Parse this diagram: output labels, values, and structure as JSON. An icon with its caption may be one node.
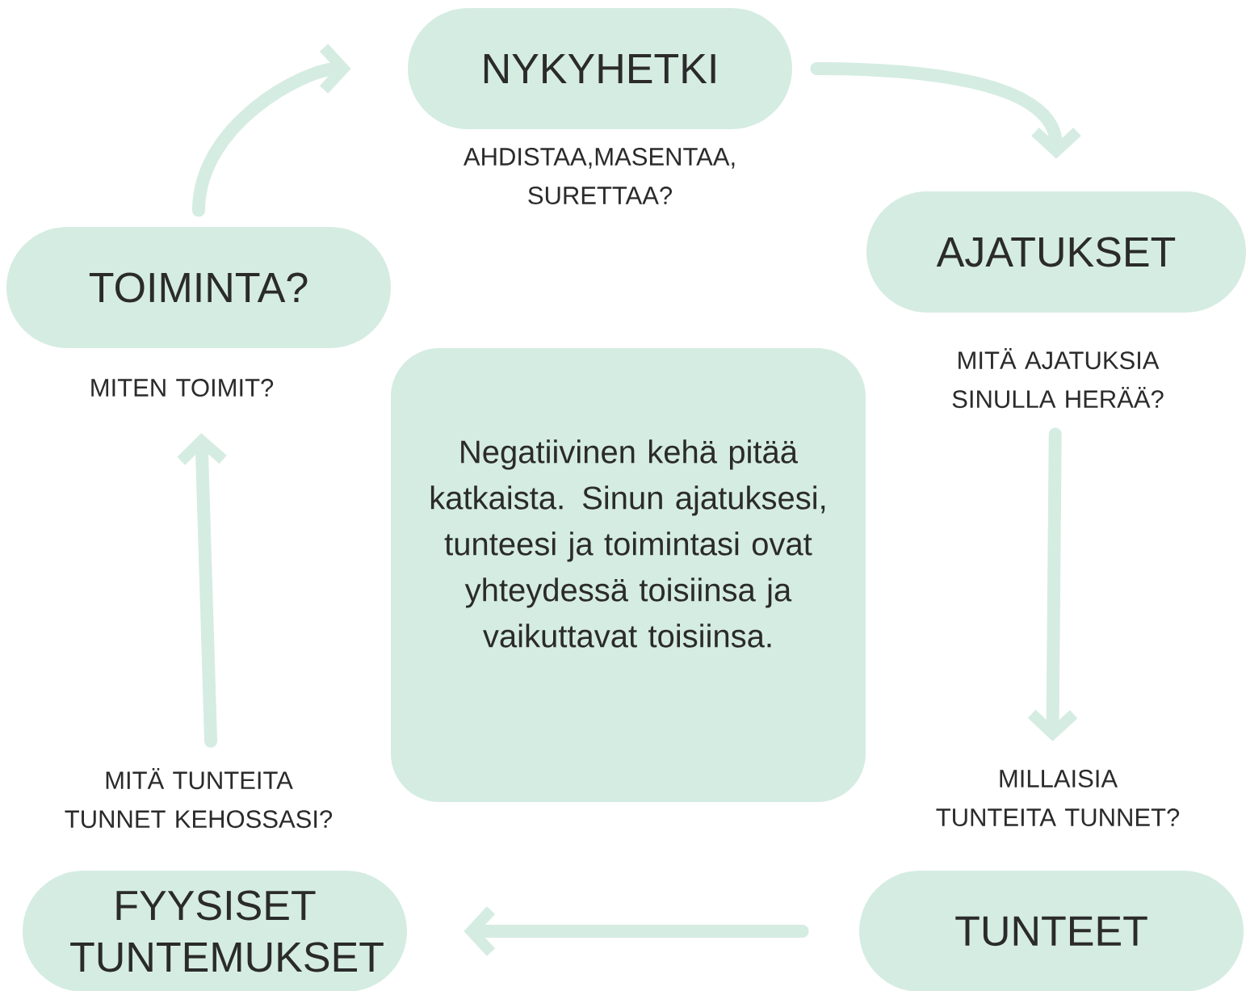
{
  "diagram": {
    "nodes": [
      {
        "text": [
          "NYKYHETKI"
        ],
        "beside": [
          "AHDISTAA,MASENTAA, SURETTAA?"
        ]
      },
      {
        "text": [
          "AJATUKSET"
        ],
        "beside": [
          "MITÄ AJATUKSIA SINULLA HERÄÄ?"
        ]
      },
      {
        "text": [
          "TUNTEET"
        ],
        "beside": [
          "MILLAISIA TUNTEITA TUNNET?"
        ]
      },
      {
        "text": [
          "FYYSISET TUNTEMUKSET"
        ],
        "beside": [
          "MITÄ TUNTEITA TUNNET KEHOSSASI?"
        ]
      },
      {
        "text": [
          "TOIMINTA?"
        ],
        "beside": [
          "MITEN TOIMIT?"
        ]
      },
      {
        "text": [
          "Negatiivinen kehä pitää katkaista. Sinun ajatuksesi, tunteesi ja toimintasi ovat yhteydessä toisiinsa ja vaikuttavat toisiinsa."
        ]
      }
    ],
    "edges": [
      {
        "from": 0,
        "to": 1,
        "arrow": "to"
      },
      {
        "from": 1,
        "to": 2,
        "arrow": "to"
      },
      {
        "from": 2,
        "to": 3,
        "arrow": "to"
      },
      {
        "from": 3,
        "to": 4,
        "arrow": "to"
      },
      {
        "from": 4,
        "to": 0,
        "arrow": "to"
      }
    ]
  }
}
